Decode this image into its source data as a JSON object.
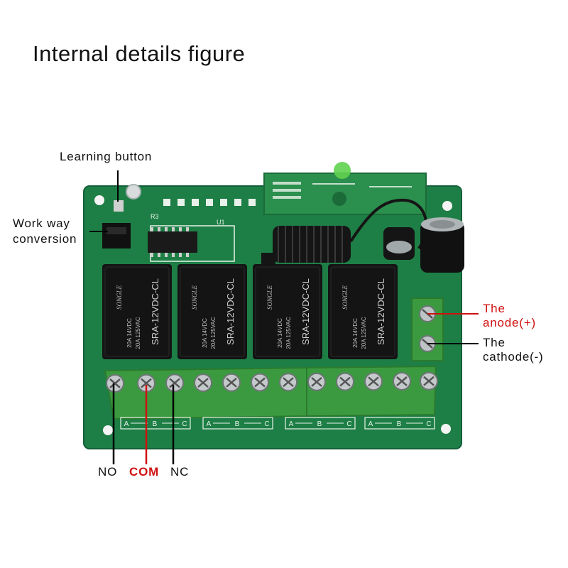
{
  "title": "Internal details figure",
  "labels": {
    "learning_button": "Learning button",
    "work_way_line1": "Work way",
    "work_way_line2": "conversion",
    "anode_line1": "The",
    "anode_line2": "anode(+)",
    "cathode_line1": "The",
    "cathode_line2": "cathode(-)",
    "no": "NO",
    "com": "COM",
    "nc": "NC"
  },
  "relays": [
    {
      "brand": "SONGLE",
      "model": "SRA-12VDC-CL",
      "rating1": "20A 14VDC",
      "rating2": "20A 125VAC"
    },
    {
      "brand": "SONGLE",
      "model": "SRA-12VDC-CL",
      "rating1": "20A 14VDC",
      "rating2": "20A 125VAC"
    },
    {
      "brand": "SONGLE",
      "model": "SRA-12VDC-CL",
      "rating1": "20A 14VDC",
      "rating2": "20A 125VAC"
    },
    {
      "brand": "SONGLE",
      "model": "SRA-12VDC-CL",
      "rating1": "20A 14VDC",
      "rating2": "20A 125VAC"
    }
  ],
  "terminal_groups": [
    {
      "a": "A",
      "b": "B",
      "c": "C"
    },
    {
      "a": "A",
      "b": "B",
      "c": "C"
    },
    {
      "a": "A",
      "b": "B",
      "c": "C"
    },
    {
      "a": "A",
      "b": "B",
      "c": "C"
    }
  ],
  "colors": {
    "pcb": "#1e7f46",
    "terminal": "#3b9a3f",
    "relay": "#141414",
    "accent_red": "#d01010"
  }
}
